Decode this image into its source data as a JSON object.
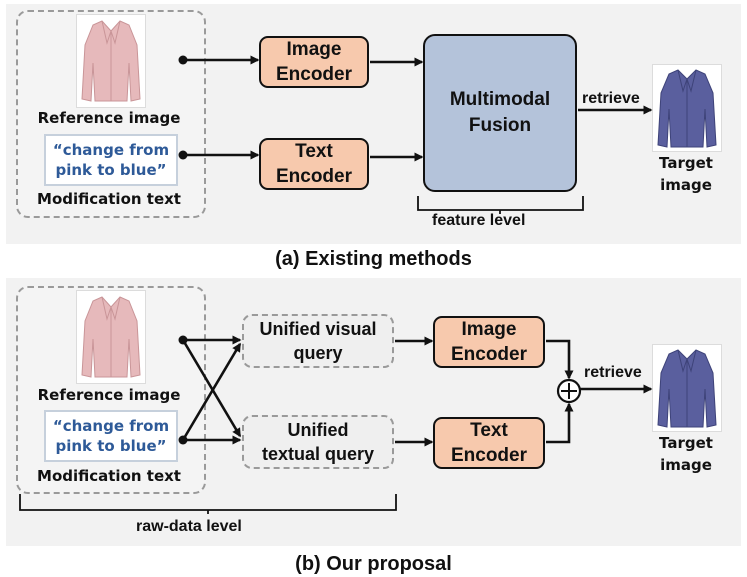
{
  "panel_a": {
    "caption": "(a) Existing methods",
    "reference_label": "Reference image",
    "modification_quote": "“change from pink to blue”",
    "modification_label": "Modification text",
    "image_encoder": "Image Encoder",
    "text_encoder": "Text Encoder",
    "fusion": "Multimodal Fusion",
    "retrieve": "retrieve",
    "target_label_line1": "Target",
    "target_label_line2": "image",
    "level": "feature level"
  },
  "panel_b": {
    "caption": "(b) Our proposal",
    "reference_label": "Reference image",
    "modification_quote": "“change from pink to blue”",
    "modification_label": "Modification text",
    "unified_visual": "Unified visual query",
    "unified_textual": "Unified textual query",
    "image_encoder": "Image Encoder",
    "text_encoder": "Text Encoder",
    "retrieve": "retrieve",
    "target_label_line1": "Target",
    "target_label_line2": "image",
    "level": "raw-data level"
  },
  "colors": {
    "encoder_fill": "#f7c9ad",
    "fusion_fill": "#b4c3da",
    "reference_coat": "#e6b9bb",
    "target_coat": "#5a5f9e",
    "modification_text": "#2e5a98",
    "panel_background": "#f2f2f2"
  }
}
